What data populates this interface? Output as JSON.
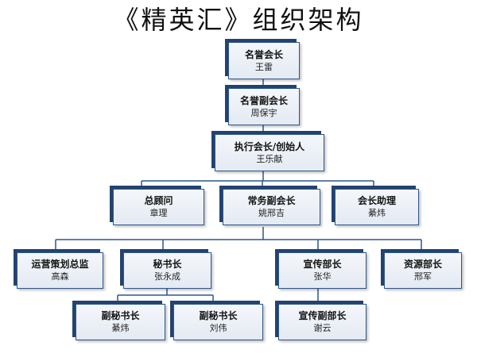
{
  "title": "《精英汇》组织架构",
  "colors": {
    "line": "#2f568c",
    "box_shadow": "#23436f",
    "box_fill": "#e8edf5"
  },
  "nodes": {
    "honorary_president": {
      "title": "名誉会长",
      "name": "王雷"
    },
    "honorary_vice_president": {
      "title": "名誉副会长",
      "name": "周保宇"
    },
    "executive_president": {
      "title": "执行会长/创始人",
      "name": "王乐献"
    },
    "chief_advisor": {
      "title": "总顾问",
      "name": "章理"
    },
    "executive_vice_president": {
      "title": "常务副会长",
      "name": "姚邢吉"
    },
    "president_assistant": {
      "title": "会长助理",
      "name": "綦炜"
    },
    "operations_director": {
      "title": "运营策划总监",
      "name": "高森"
    },
    "secretary_general": {
      "title": "秘书长",
      "name": "张永成"
    },
    "publicity_head": {
      "title": "宣传部长",
      "name": "张华"
    },
    "resources_head": {
      "title": "资源部长",
      "name": "邢军"
    },
    "deputy_secretary_1": {
      "title": "副秘书长",
      "name": "綦炜"
    },
    "deputy_secretary_2": {
      "title": "副秘书长",
      "name": "刘伟"
    },
    "deputy_publicity_head": {
      "title": "宣传副部长",
      "name": "谢云"
    }
  }
}
